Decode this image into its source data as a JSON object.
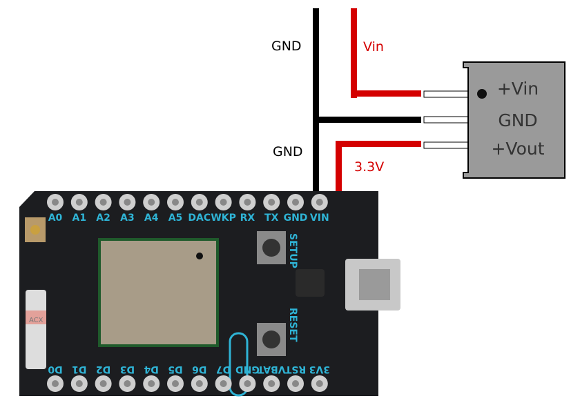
{
  "wires": {
    "gnd_top_label": "GND",
    "gnd_bottom_label": "GND",
    "vin_label": "Vin",
    "v33_label": "3.3V",
    "black": "#000000",
    "red": "#d40000"
  },
  "regulator": {
    "pin_vin": "+Vin",
    "pin_gnd": "GND",
    "pin_vout": "+Vout",
    "body_color": "#9a9a9a"
  },
  "board": {
    "top_pins": [
      "A0",
      "A1",
      "A2",
      "A3",
      "A4",
      "A5",
      "DAC",
      "WKP",
      "RX",
      "TX",
      "GND",
      "VIN"
    ],
    "bottom_pins": [
      "D0",
      "D1",
      "D2",
      "D3",
      "D4",
      "D5",
      "D6",
      "D7",
      "GND",
      "VBAT",
      "RST",
      "3V3"
    ],
    "setup_label": "SETUP",
    "reset_label": "RESET",
    "antenna_label": "ACX",
    "accent": "#2fb4d6"
  }
}
